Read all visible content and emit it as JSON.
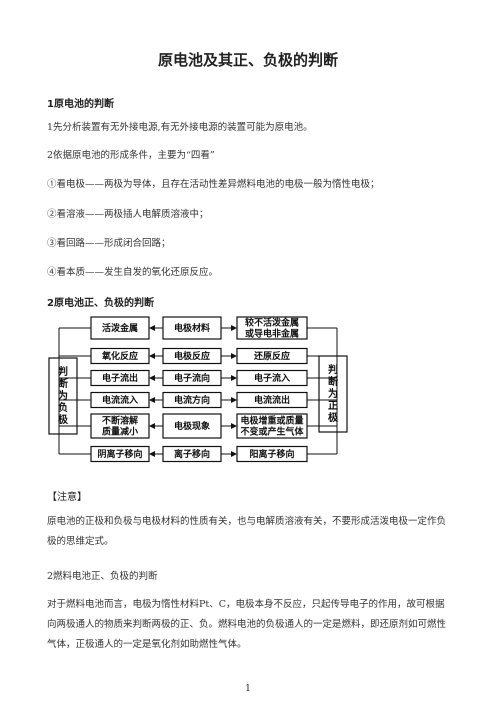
{
  "title": "原电池及其正、负极的判断",
  "section1": {
    "heading": "1原电池的判断",
    "p1": "1先分析装置有无外接电源,有无外接电源的装置可能为原电池。",
    "p2": "2依据原电池的形成条件，主要为“四看”",
    "items": [
      "①看电极——两极为导体，且存在活动性差异燃料电池的电极一般为惰性电极；",
      "②看溶液——两极插人电解质溶液中；",
      "③看回路——形成闭合回路；",
      "④看本质——发生自发的氧化还原反应。"
    ]
  },
  "section2": {
    "heading": "2原电池正、负极的判断"
  },
  "diagram": {
    "left_box": "判断为负极",
    "right_box": "判断为正极",
    "rows": [
      {
        "left": [
          "活泼金属"
        ],
        "mid": "电极材料",
        "right": [
          "较不活泼金属",
          "或导电非金属"
        ]
      },
      {
        "left": [
          "氧化反应"
        ],
        "mid": "电极反应",
        "right": [
          "还原反应"
        ]
      },
      {
        "left": [
          "电子流出"
        ],
        "mid": "电子流向",
        "right": [
          "电子流入"
        ]
      },
      {
        "left": [
          "电流流入"
        ],
        "mid": "电流方向",
        "right": [
          "电流流出"
        ]
      },
      {
        "left": [
          "不断溶解",
          "质量减小"
        ],
        "mid": "电极现象",
        "right": [
          "电极增重或质量",
          "不变或产生气体"
        ]
      },
      {
        "left": [
          "阴离子移向"
        ],
        "mid": "离子移向",
        "right": [
          "阳离子移向"
        ]
      }
    ]
  },
  "note": {
    "heading": "【注意】",
    "body": "原电池的正极和负极与电极材料的性质有关，也与电解质溶液有关，不要形成活泼电极一定作负极的思维定式。"
  },
  "section3": {
    "heading": "2燃料电池正、负极的判断",
    "body": "对于燃料电池而言，电极为惰性材料Pt、C，电极本身不反应，只起传导电子的作用，故可根据向两极通人的物质来判断两极的正、负。燃料电池的负极通人的一定是燃料，即还原剂如可燃性气体，正极通人的一定是氧化剂如助燃性气体。"
  },
  "footer": {
    "page_number": "1"
  }
}
